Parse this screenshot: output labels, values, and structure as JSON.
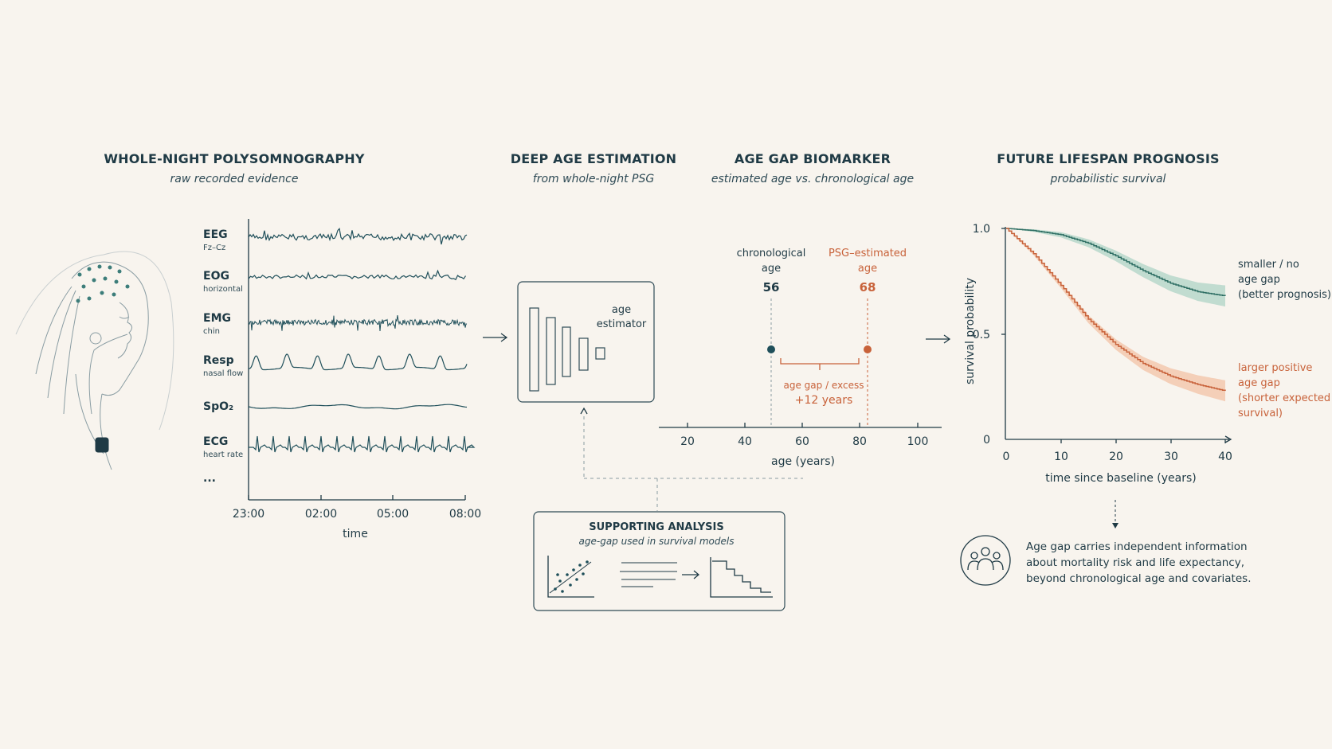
{
  "sections": {
    "psg": {
      "title": "WHOLE-NIGHT POLYSOMNOGRAPHY",
      "subtitle": "raw recorded evidence"
    },
    "deep": {
      "title": "DEEP AGE ESTIMATION",
      "subtitle": "from whole-night PSG"
    },
    "gap": {
      "title": "AGE GAP BIOMARKER",
      "subtitle": "estimated age vs. chronological age"
    },
    "future": {
      "title": "FUTURE LIFESPAN PROGNOSIS",
      "subtitle": "probabilistic survival"
    }
  },
  "channels": [
    {
      "name": "EEG",
      "sub": "Fz–Cz"
    },
    {
      "name": "EOG",
      "sub": "horizontal"
    },
    {
      "name": "EMG",
      "sub": "chin"
    },
    {
      "name": "Resp",
      "sub": "nasal flow"
    },
    {
      "name": "SpO₂",
      "sub": ""
    },
    {
      "name": "ECG",
      "sub": "heart rate"
    }
  ],
  "channels_more": "...",
  "time_axis": {
    "ticks": [
      "23:00",
      "02:00",
      "05:00",
      "08:00"
    ],
    "label": "time"
  },
  "estimator": {
    "label_line1": "age",
    "label_line2": "estimator"
  },
  "age_gap": {
    "chrono_label_1": "chronological",
    "chrono_label_2": "age",
    "chrono_value": "56",
    "est_label_1": "PSG–estimated",
    "est_label_2": "age",
    "est_value": "68",
    "gap_label": "age gap / excess",
    "gap_value": "+12 years",
    "axis_ticks": [
      "20",
      "40",
      "60",
      "80",
      "100"
    ],
    "axis_label": "age (years)"
  },
  "supporting": {
    "title": "SUPPORTING ANALYSIS",
    "subtitle": "age-gap used in survival models"
  },
  "survival": {
    "ylabel": "survival probability",
    "xlabel": "time since baseline (years)",
    "y_ticks": [
      "1.0",
      "0.5",
      "0"
    ],
    "x_ticks": [
      "0",
      "10",
      "20",
      "30",
      "40"
    ],
    "green_label": [
      "smaller / no",
      "age gap",
      "(better prognosis)"
    ],
    "orange_label": [
      "larger positive",
      "age gap",
      "(shorter expected",
      "survival)"
    ],
    "colors": {
      "green": "#2f6f64",
      "orange": "#c8623a",
      "green_band": "#9ccbbd",
      "orange_band": "#f2b594"
    }
  },
  "conclusion": {
    "icon": "people-icon",
    "lines": [
      "Age gap carries independent information",
      "about mortality risk and life expectancy,",
      "beyond chronological age and covariates."
    ]
  },
  "chart_data": {
    "type": "line",
    "x": [
      0,
      5,
      10,
      15,
      20,
      25,
      30,
      35,
      40
    ],
    "series": [
      {
        "name": "smaller / no age gap (better prognosis)",
        "values": [
          1.0,
          0.99,
          0.97,
          0.93,
          0.87,
          0.8,
          0.74,
          0.7,
          0.68
        ]
      },
      {
        "name": "larger positive age gap (shorter expected survival)",
        "values": [
          1.0,
          0.88,
          0.73,
          0.57,
          0.45,
          0.36,
          0.3,
          0.26,
          0.23
        ]
      }
    ],
    "xlabel": "time since baseline (years)",
    "ylabel": "survival probability",
    "xlim": [
      0,
      40
    ],
    "ylim": [
      0,
      1.0
    ]
  }
}
